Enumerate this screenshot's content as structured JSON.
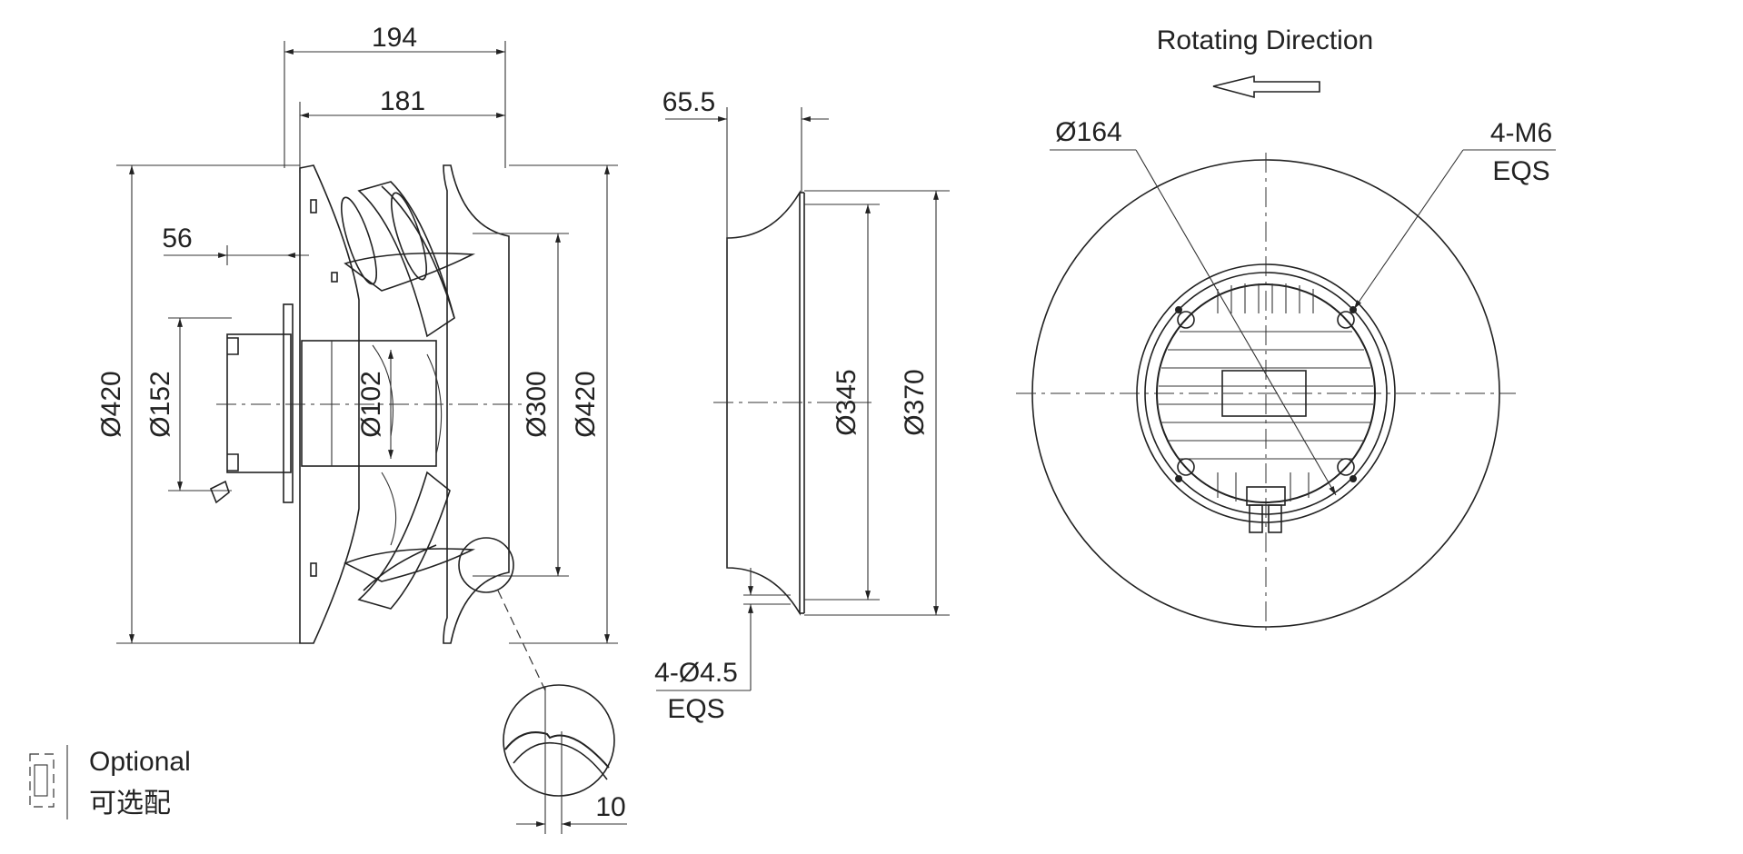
{
  "side_view": {
    "dim_194": "194",
    "dim_181": "181",
    "dim_56": "56",
    "dia_420_left": "Ø420",
    "dia_152": "Ø152",
    "dia_102": "Ø102",
    "dia_300": "Ø300",
    "dia_420_right": "Ø420"
  },
  "detail": {
    "dim_10": "10"
  },
  "inlet_ring": {
    "dim_65_5": "65.5",
    "dia_345": "Ø345",
    "dia_370": "Ø370",
    "holes": "4-Ø4.5",
    "holes_eqs": "EQS"
  },
  "front_view": {
    "rotating_label": "Rotating Direction",
    "dia_164": "Ø164",
    "screws": "4-M6",
    "screws_eqs": "EQS"
  },
  "legend": {
    "optional_en": "Optional",
    "optional_cn": "可选配"
  }
}
